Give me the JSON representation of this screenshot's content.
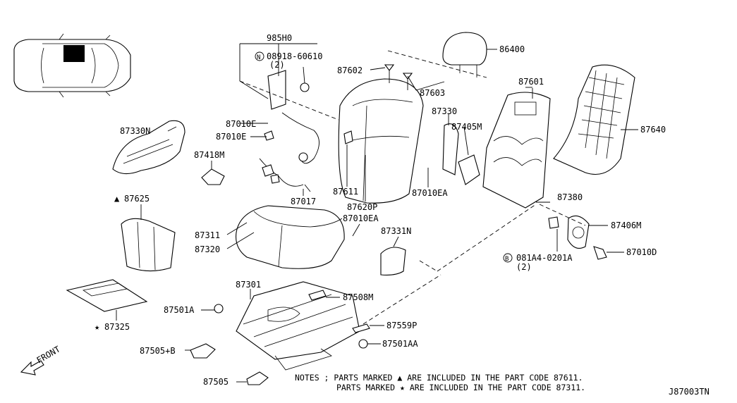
{
  "labels": {
    "p985H0": "985H0",
    "p08918": "08918-60610",
    "p08918_n": "N",
    "p08918_qty": "(2)",
    "p86400": "86400",
    "p87602": "87602",
    "p87603": "87603",
    "p87601": "87601",
    "p87330": "87330",
    "p87405M": "87405M",
    "p87640": "87640",
    "p87330N": "87330N",
    "p87010E_a": "87010E",
    "p87010E_b": "87010E",
    "p87418M": "87418M",
    "p87611": "87611",
    "p87620P": "87620P",
    "p87010EA_a": "87010EA",
    "p87017": "87017",
    "p87625": "87625",
    "p87625_mark": "▲",
    "p87010EA_b": "87010EA",
    "p87331N": "87331N",
    "p87380": "87380",
    "p87406M": "87406M",
    "p87311": "87311",
    "p87320": "87320",
    "p081A4": "081A4-0201A",
    "p081A4_b": "B",
    "p081A4_qty": "(2)",
    "p87010D": "87010D",
    "p87301": "87301",
    "p87508M": "87508M",
    "p87501A": "87501A",
    "p87559P": "87559P",
    "p87325": "87325",
    "p87325_mark": "★",
    "p87501AA": "87501AA",
    "p87505B": "87505+B",
    "p87505": "87505",
    "front": "FRONT"
  },
  "notes": {
    "line1": "NOTES ; PARTS MARKED ▲ ARE INCLUDED IN THE PART CODE 87611.",
    "line2": "PARTS MARKED ★ ARE INCLUDED IN THE PART CODE 87311."
  },
  "diagram_code": "J87003TN"
}
